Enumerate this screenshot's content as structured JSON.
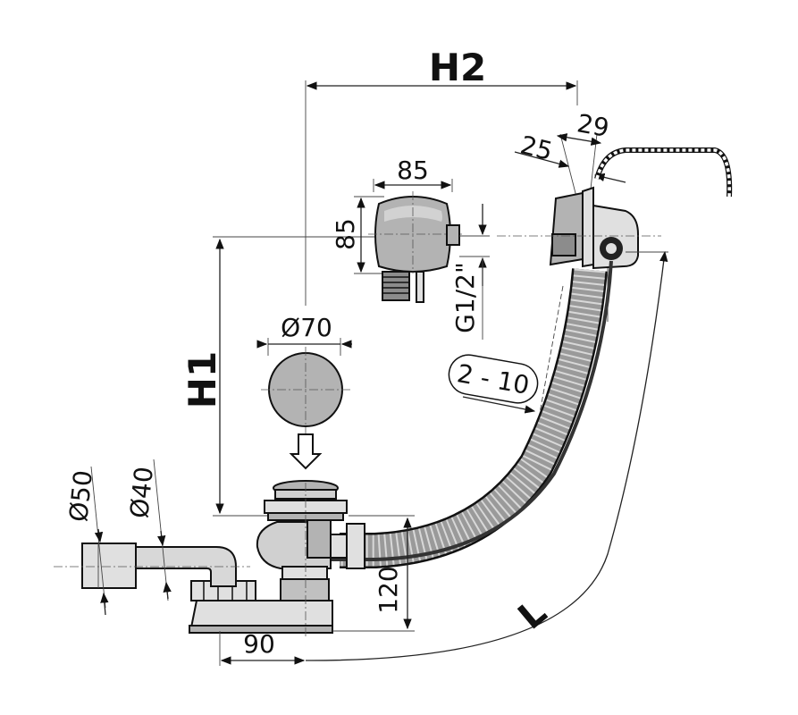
{
  "labels": {
    "h2": "H2",
    "h1": "H1",
    "dim_85_width": "85",
    "dim_85_height": "85",
    "dim_29": "29",
    "dim_25": "25",
    "thread": "G1/2\"",
    "diameter_70": "Ø70",
    "adjust_range": "2 - 10",
    "diameter_50": "Ø50",
    "diameter_40": "Ø40",
    "dim_120": "120",
    "dim_90": "90",
    "length_l": "L"
  },
  "colors": {
    "part_fill": "#b3b3b3",
    "part_dark": "#8c8c8c",
    "part_light": "#e0e0e0",
    "hose": "#9a9a9a",
    "line": "#111111"
  }
}
